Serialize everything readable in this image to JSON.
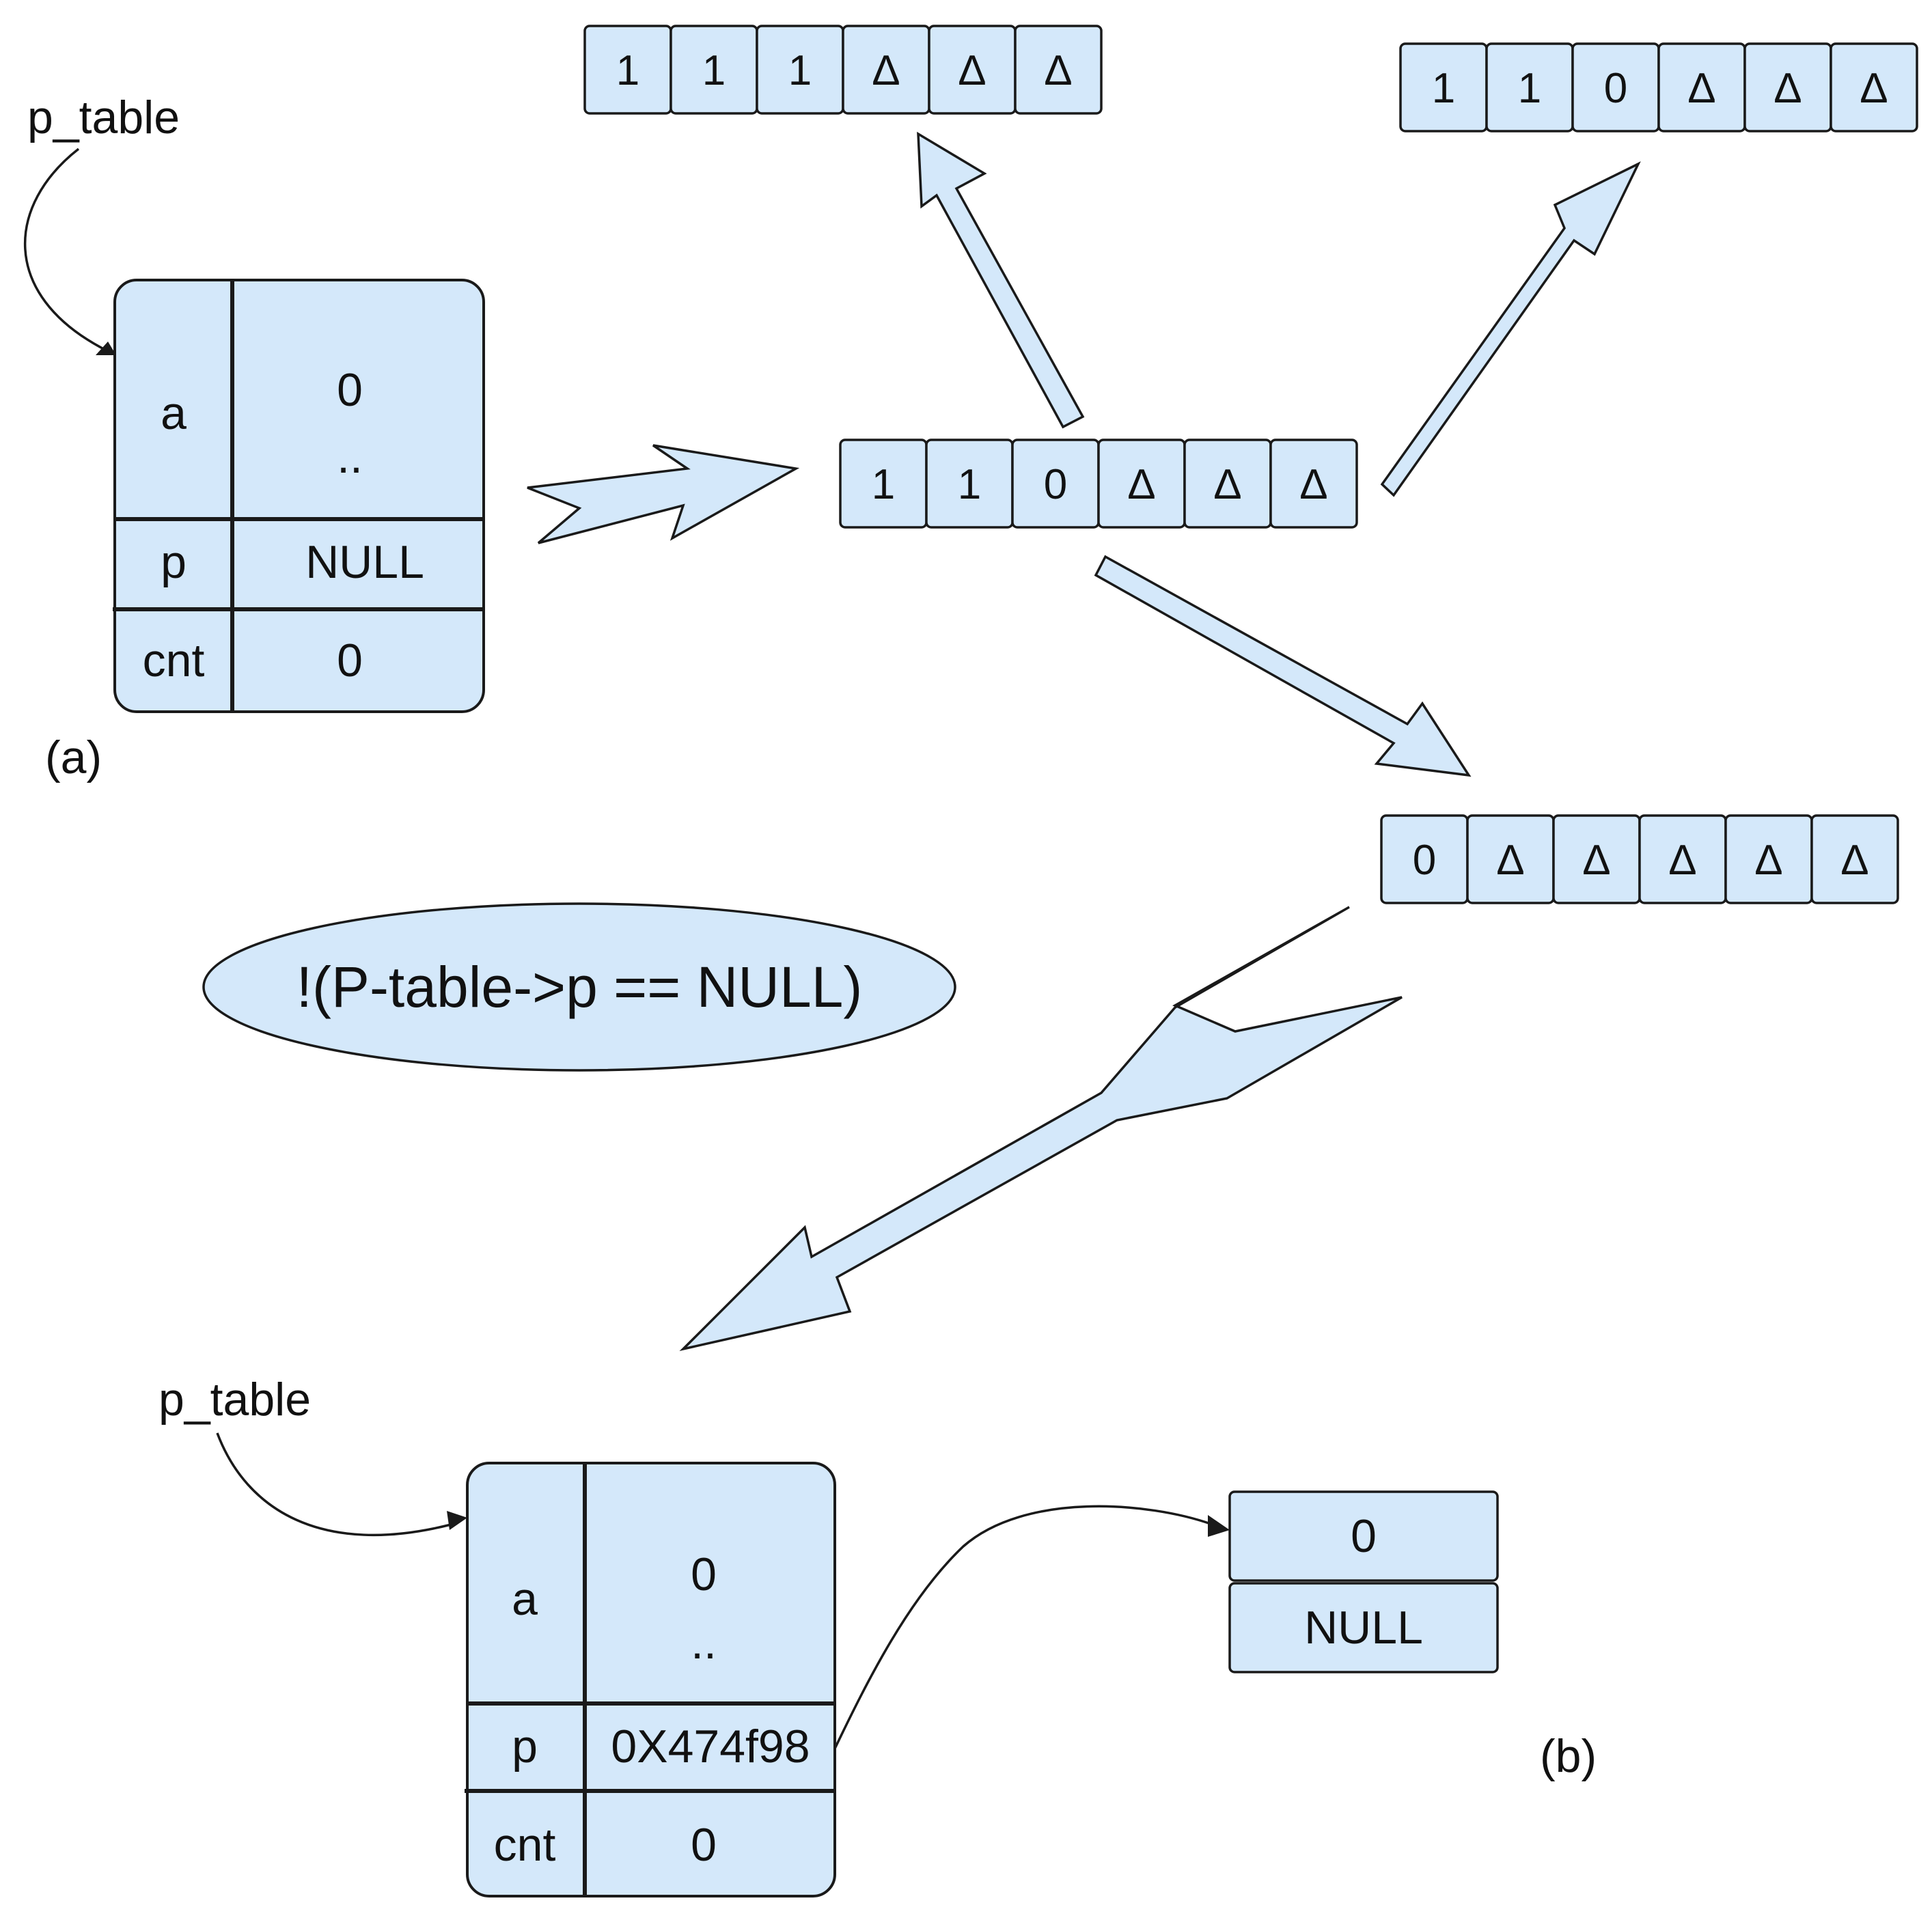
{
  "colors": {
    "fill": "#d4e8fa",
    "stroke": "#1a1a1a"
  },
  "panel_a": {
    "pointer_label": "p_table",
    "caption": "(a)",
    "rows": [
      {
        "field": "a",
        "value_line1": "0",
        "value_line2": ".."
      },
      {
        "field": "p",
        "value": "NULL"
      },
      {
        "field": "cnt",
        "value": "0"
      }
    ]
  },
  "arrays": {
    "middle": [
      "1",
      "1",
      "0",
      "Δ",
      "Δ",
      "Δ"
    ],
    "top_left": [
      "1",
      "1",
      "1",
      "Δ",
      "Δ",
      "Δ"
    ],
    "top_right": [
      "1",
      "1",
      "0",
      "Δ",
      "Δ",
      "Δ"
    ],
    "right": [
      "0",
      "Δ",
      "Δ",
      "Δ",
      "Δ",
      "Δ"
    ]
  },
  "condition": "!(P-table->p == NULL)",
  "panel_b": {
    "pointer_label": "p_table",
    "caption": "(b)",
    "rows": [
      {
        "field": "a",
        "value_line1": "0",
        "value_line2": ".."
      },
      {
        "field": "p",
        "value": "0X474f98"
      },
      {
        "field": "cnt",
        "value": "0"
      }
    ],
    "node": [
      "0",
      "NULL"
    ]
  }
}
